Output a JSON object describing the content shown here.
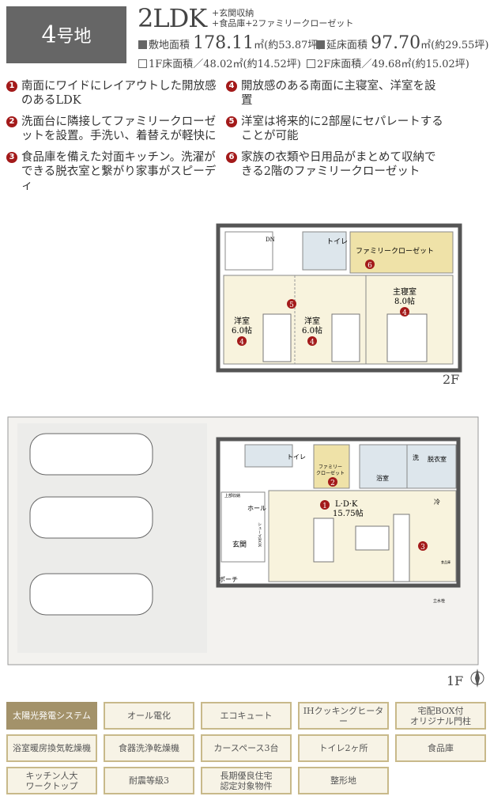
{
  "header": {
    "lot": "4",
    "lot_suffix": "号地",
    "plan": "2LDK",
    "extras_line1": "+玄関収納",
    "extras_line2": "+食品庫+2ファミリークローゼット",
    "site_label": "敷地面積",
    "site_value": "178.11",
    "site_unit": "㎡(約53.87坪)",
    "floor_label": "延床面積",
    "floor_value": "97.70",
    "floor_unit": "㎡(約29.55坪)",
    "f1": "1F床面積／48.02㎡(約14.52坪)",
    "f2": "2F床面積／49.68㎡(約15.02坪)"
  },
  "points": [
    {
      "n": "1",
      "text": "南面にワイドにレイアウトした開放感のあるLDK"
    },
    {
      "n": "2",
      "text": "洗面台に隣接してファミリークローゼットを設置。手洗い、着替えが軽快に"
    },
    {
      "n": "3",
      "text": "食品庫を備えた対面キッチン。洗濯ができる脱衣室と繋がり家事がスピーディ"
    },
    {
      "n": "4",
      "text": "開放感のある南面に主寝室、洋室を設置"
    },
    {
      "n": "5",
      "text": "洋室は将来的に2部屋にセパレートすることが可能"
    },
    {
      "n": "6",
      "text": "家族の衣類や日用品がまとめて収納できる2階のファミリークローゼット"
    }
  ],
  "floor2": {
    "label": "2F",
    "dn": "DN",
    "toilet": "トイレ",
    "closet": "ファミリークローゼット",
    "closet_n": "6",
    "room_a": "洋室",
    "room_a_size": "6.0帖",
    "room_b": "洋室",
    "room_b_size": "6.0帖",
    "master": "主寝室",
    "master_size": "8.0帖",
    "n4": "4",
    "n5": "5"
  },
  "floor1": {
    "label": "1F",
    "toilet": "トイレ",
    "closet1": "ファミリー",
    "closet2": "クローゼット",
    "closet_n": "2",
    "bath": "浴室",
    "wash": "洗",
    "dressing": "脱衣室",
    "ldk": "L·D·K",
    "ldk_size": "15.75帖",
    "ldk_n": "1",
    "kitchen_n": "3",
    "fridge": "冷",
    "pantry": "食品庫",
    "upper_storage": "上部収納",
    "hall": "ホール",
    "shoes": "シューズBOX",
    "entrance": "玄関",
    "porch": "ポーチ",
    "faucet": "立水栓"
  },
  "features": [
    {
      "label": "太陽光発電システム",
      "active": true
    },
    {
      "label": "オール電化"
    },
    {
      "label": "エコキュート"
    },
    {
      "label": "IHクッキングヒーター"
    },
    {
      "label": "宅配BOX付\nオリジナル門柱"
    },
    {
      "label": "浴室暖房換気乾燥機"
    },
    {
      "label": "食器洗浄乾燥機"
    },
    {
      "label": "カースペース3台"
    },
    {
      "label": "トイレ2ヶ所"
    },
    {
      "label": "食品庫"
    },
    {
      "label": "キッチン人大\nワークトップ"
    },
    {
      "label": "耐震等級3"
    },
    {
      "label": "長期優良住宅\n認定対象物件"
    },
    {
      "label": "整形地"
    }
  ],
  "colors": {
    "badge": "#a31a1a",
    "header_box": "#666666",
    "feature_active": "#a3926a",
    "feature_bg": "#f7f3e6",
    "room_fill": "#f8f3dd",
    "wet_fill": "#dde6ec",
    "closet_fill": "#efe2a8"
  }
}
